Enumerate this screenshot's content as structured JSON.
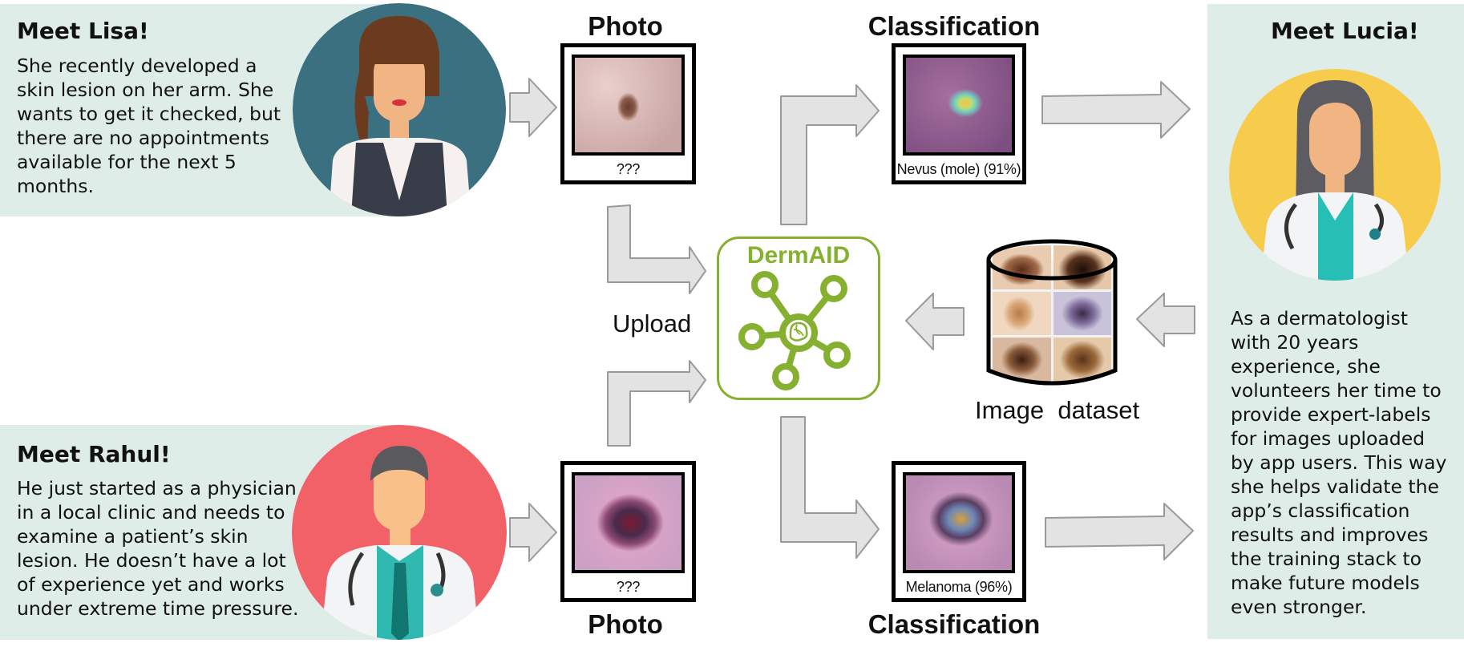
{
  "personas": {
    "lisa": {
      "title": "Meet Lisa!",
      "text": "She recently developed a\nskin lesion on her arm. She\nwants to get it checked, but\nthere are no appointments\navailable for the next 5\nmonths."
    },
    "rahul": {
      "title": "Meet Rahul!",
      "text": "He just started as a physician\nin a local clinic and needs to\nexamine a patient’s skin\nlesion. He doesn’t have a lot\nof experience yet and works\nunder extreme time pressure."
    },
    "lucia": {
      "title": "Meet Lucia!",
      "text": "As a dermatologist\nwith 20 years\nexperience, she\nvolunteers her time to\nprovide expert-labels\nfor images uploaded\nby app users. This way\nshe helps validate the\napp’s classification\nresults and improves\nthe training stack to\nmake future models\neven stronger."
    }
  },
  "flow": {
    "photo_top_heading": "Photo",
    "photo_bottom_heading": "Photo",
    "classification_top_heading": "Classification",
    "classification_bottom_heading": "Classification",
    "photo_top_caption": "???",
    "photo_bottom_caption": "???",
    "classification_top_caption": "Nevus (mole) (91%)",
    "classification_bottom_caption": "Melanoma (96%)",
    "upload_label": "Upload",
    "dataset_label": "Image  dataset"
  },
  "app": {
    "name": "DermAID",
    "icon": "neural-network-brain-icon",
    "accent_color": "#86b02f"
  },
  "colors": {
    "panel_bg": "#deede8",
    "lisa_circle": "#3b7080",
    "rahul_circle": "#f26068",
    "lucia_circle": "#f7cc4c",
    "arrow_fill": "#e3e3e3",
    "arrow_stroke": "#9a9a9a"
  }
}
